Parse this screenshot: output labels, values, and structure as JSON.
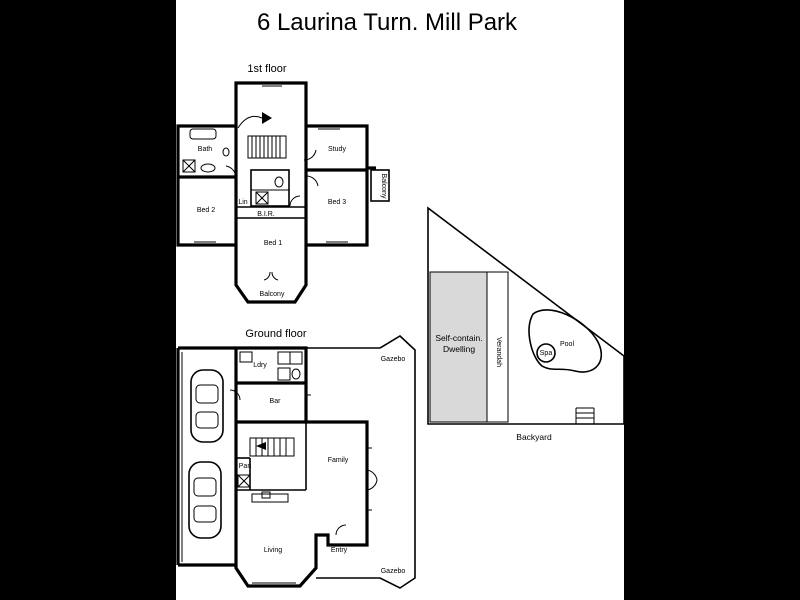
{
  "title": "6 Laurina Turn. Mill Park",
  "first_floor": {
    "heading": "1st floor",
    "rooms": {
      "bath": "Bath",
      "study": "Study",
      "bed2": "Bed 2",
      "bed3": "Bed 3",
      "bed1": "Bed 1",
      "lin": "Lin",
      "bir": "B.I.R.",
      "balcony_side": "Balcony",
      "balcony_front": "Balcony"
    }
  },
  "ground_floor": {
    "heading": "Ground floor",
    "rooms": {
      "ldry": "Ldry",
      "bar": "Bar",
      "pan": "Pan",
      "family": "Family",
      "living": "Living",
      "entry": "Entry",
      "gazebo_top": "Gazebo",
      "gazebo_bottom": "Gazebo"
    }
  },
  "backyard": {
    "label": "Backyard",
    "dwelling_line1": "Self-contain.",
    "dwelling_line2": "Dwelling",
    "verandah": "Verandah",
    "pool": "Pool",
    "spa": "Spa"
  },
  "colors": {
    "background": "#000000",
    "paper": "#ffffff",
    "ink": "#000000",
    "dwelling_fill": "#d9d9d9"
  }
}
